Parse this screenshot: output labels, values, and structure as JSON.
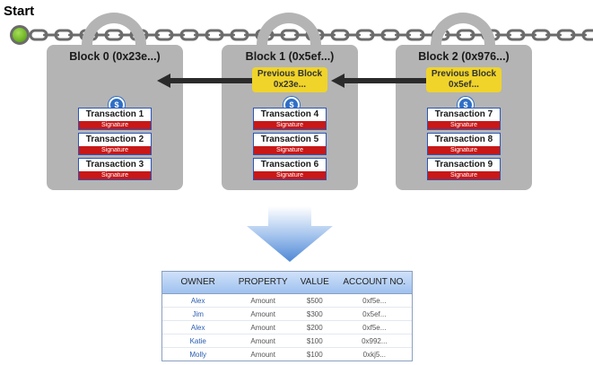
{
  "start": {
    "label": "Start"
  },
  "blocks": [
    {
      "title": "Block 0 (0x23e...)",
      "previous": null,
      "transactions": [
        {
          "name": "Transaction 1",
          "signature": "Signature"
        },
        {
          "name": "Transaction 2",
          "signature": "Signature"
        },
        {
          "name": "Transaction 3",
          "signature": "Signature"
        }
      ]
    },
    {
      "title": "Block 1 (0x5ef...)",
      "previous": {
        "label": "Previous Block",
        "hash": "0x23e..."
      },
      "transactions": [
        {
          "name": "Transaction 4",
          "signature": "Signature"
        },
        {
          "name": "Transaction 5",
          "signature": "Signature"
        },
        {
          "name": "Transaction 6",
          "signature": "Signature"
        }
      ]
    },
    {
      "title": "Block 2 (0x976...)",
      "previous": {
        "label": "Previous Block",
        "hash": "0x5ef..."
      },
      "transactions": [
        {
          "name": "Transaction 7",
          "signature": "Signature"
        },
        {
          "name": "Transaction 8",
          "signature": "Signature"
        },
        {
          "name": "Transaction 9",
          "signature": "Signature"
        }
      ]
    }
  ],
  "coin_icon": {
    "name": "dollar-coin-icon",
    "glyph": "$"
  },
  "ledger": {
    "headers": [
      "OWNER",
      "PROPERTY",
      "VALUE",
      "ACCOUNT NO."
    ],
    "rows": [
      [
        "Alex",
        "Amount",
        "$500",
        "0xf5e..."
      ],
      [
        "Jim",
        "Amount",
        "$300",
        "0x5ef..."
      ],
      [
        "Alex",
        "Amount",
        "$200",
        "0xf5e..."
      ],
      [
        "Katie",
        "Amount",
        "$100",
        "0x992..."
      ],
      [
        "Molly",
        "Amount",
        "$100",
        "0xkj5..."
      ]
    ]
  },
  "colors": {
    "block": "#b4b4b4",
    "previous_block": "#f0d42a",
    "signature": "#c81818",
    "transaction_border": "#2a55b8",
    "start_node": "#74b92a",
    "chain": "#6b6b6b",
    "arrow": "#2b2b2b",
    "ledger_header": "#9fc1ee"
  }
}
